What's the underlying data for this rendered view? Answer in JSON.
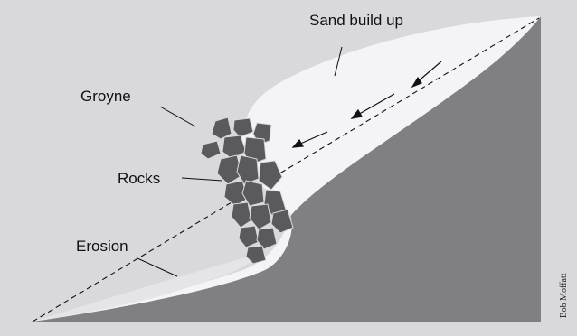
{
  "labels": {
    "sand_build_up": "Sand build up",
    "groyne": "Groyne",
    "rocks": "Rocks",
    "erosion": "Erosion"
  },
  "credit": "Bob Moffatt",
  "colors": {
    "background": "#d9d9db",
    "land": "#808083",
    "sand": "#f4f4f6",
    "rocks": "#5a5a5c",
    "line": "#111111"
  }
}
